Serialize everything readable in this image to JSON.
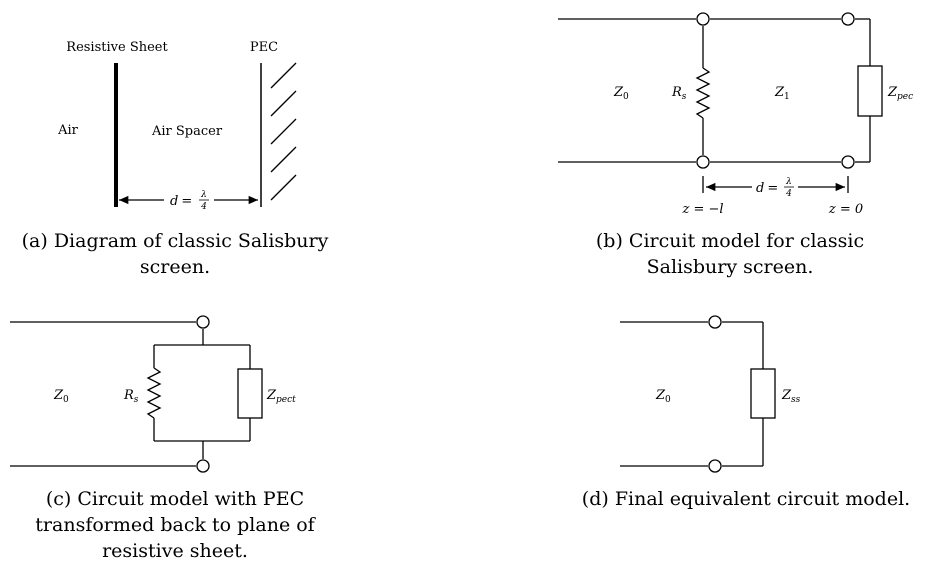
{
  "diagram_a": {
    "resistive_sheet_label": "Resistive Sheet",
    "pec_label": "PEC",
    "air_label": "Air",
    "air_spacer_label": "Air Spacer",
    "distance": {
      "var": "d",
      "eq": "=",
      "num": "λ",
      "den": "4"
    }
  },
  "diagram_b": {
    "z0": {
      "main": "Z",
      "sub": "0"
    },
    "rs": {
      "main": "R",
      "sub": "s"
    },
    "z1": {
      "main": "Z",
      "sub": "1"
    },
    "zpec": {
      "main": "Z",
      "sub": "pec"
    },
    "distance": {
      "var": "d",
      "eq": "=",
      "num": "λ",
      "den": "4"
    },
    "z_left": "z = −l",
    "z_right": "z = 0"
  },
  "diagram_c": {
    "z0": {
      "main": "Z",
      "sub": "0"
    },
    "rs": {
      "main": "R",
      "sub": "s"
    },
    "zpect": {
      "main": "Z",
      "sub": "pect"
    }
  },
  "diagram_d": {
    "z0": {
      "main": "Z",
      "sub": "0"
    },
    "zss": {
      "main": "Z",
      "sub": "ss"
    }
  },
  "captions": {
    "a": "(a) Diagram of classic Salisbury\nscreen.",
    "b": "(b) Circuit model for classic\nSalisbury screen.",
    "c": "(c) Circuit model with PEC\ntransformed back to plane of\nresistive sheet.",
    "d": "(d) Final equivalent circuit model."
  }
}
